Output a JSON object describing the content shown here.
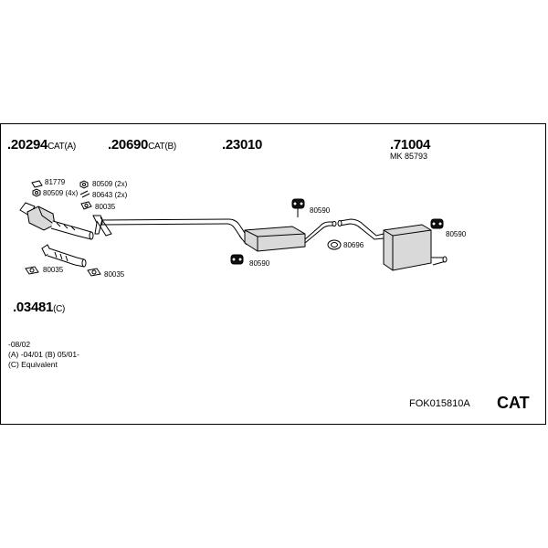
{
  "parts": [
    {
      "number": ".20294",
      "suffix": "CAT(A)"
    },
    {
      "number": ".20690",
      "suffix": "CAT(B)"
    },
    {
      "number": ".23010",
      "suffix": ""
    },
    {
      "number": ".71004",
      "suffix": ""
    },
    {
      "number": ".03481",
      "suffix": "(C)"
    }
  ],
  "mk_ref": "MK  85793",
  "small_labels": {
    "l81779": "81779",
    "l80509_4x": "80509 (4x)",
    "l80509_2x": "80509 (2x)",
    "l80643_2x": "80643 (2x)",
    "l80035_a": "80035",
    "l80035_b": "80035",
    "l80035_c": "80035",
    "l80590_a": "80590",
    "l80590_b": "80590",
    "l80590_c": "80590",
    "l80696": "80696"
  },
  "notes": [
    "-08/02",
    "(A) -04/01 (B) 05/01-",
    "(C) Equivalent"
  ],
  "kit_code": "FOK015810A",
  "kit_type": "CAT"
}
